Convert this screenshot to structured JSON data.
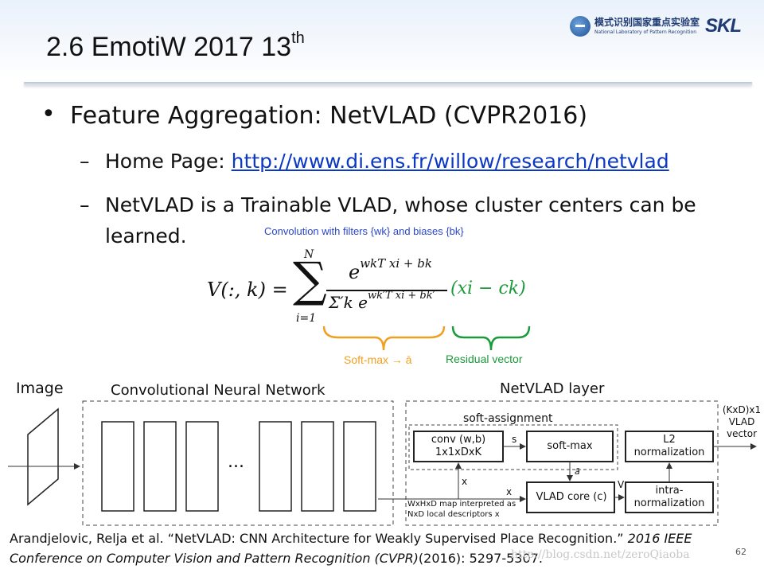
{
  "header": {
    "title": "2.6 EmotiW 2017 13",
    "title_sup": "th",
    "logo_cn": "模式识别国家重点实验室",
    "logo_en": "National Laboratory of Pattern Recognition",
    "logo_abbr": "SKL"
  },
  "content": {
    "bullet": "Feature Aggregation: NetVLAD (CVPR2016)",
    "sub1_prefix": "Home Page: ",
    "sub1_link": "http://www.di.ens.fr/willow/research/netvlad",
    "sub2_line1": "NetVLAD is a Trainable VLAD, whose cluster centers can be",
    "sub2_line2": "learned."
  },
  "formula": {
    "annotation_top": "Convolution with filters {wk} and biases {bk}",
    "lhs": "V(:, k) =",
    "sum_upper": "N",
    "sum_lower": "i=1",
    "numerator": "e",
    "numerator_exp": "wkT xi + bk",
    "denominator": "Σ′k e",
    "denominator_exp": "wk′T xi + bk′",
    "residual": "(xi − ck)",
    "softmax_label": "Soft-max → ā",
    "residual_label": "Residual vector"
  },
  "diagram": {
    "image_label": "Image",
    "cnn_label": "Convolutional Neural Network",
    "ellipsis": "...",
    "netvlad_label": "NetVLAD layer",
    "softassign_label": "soft-assignment",
    "conv_box_l1": "conv (w,b)",
    "conv_box_l2": "1x1xDxK",
    "s_label": "s",
    "softmax_box": "soft-max",
    "a_label": "ā",
    "x_label1": "x",
    "x_label2": "x",
    "v_label": "V",
    "vlad_core_box": "VLAD core (c)",
    "l2_box_l1": "L2",
    "l2_box_l2": "normalization",
    "intra_box_l1": "intra-",
    "intra_box_l2": "normalization",
    "map_note_l1": "WxHxD map interpreted as",
    "map_note_l2": "NxD local descriptors x",
    "output_l1": "(KxD)x1",
    "output_l2": "VLAD",
    "output_l3": "vector"
  },
  "footer": {
    "ref_part1": "Arandjelovic, Relja et al. “NetVLAD: CNN Architecture for Weakly Supervised Place Recognition.” ",
    "ref_part2": "2016 IEEE Conference on Computer Vision and Pattern Recognition (CVPR)",
    "ref_part3": "(2016): 5297-5307.",
    "page_number": "62",
    "watermark": "http://blog.csdn.net/zeroQiaoba"
  },
  "colors": {
    "link": "#0b38c4",
    "annotation_blue": "#2b47c9",
    "softmax_orange": "#f0a020",
    "residual_green": "#1a9a3a"
  }
}
